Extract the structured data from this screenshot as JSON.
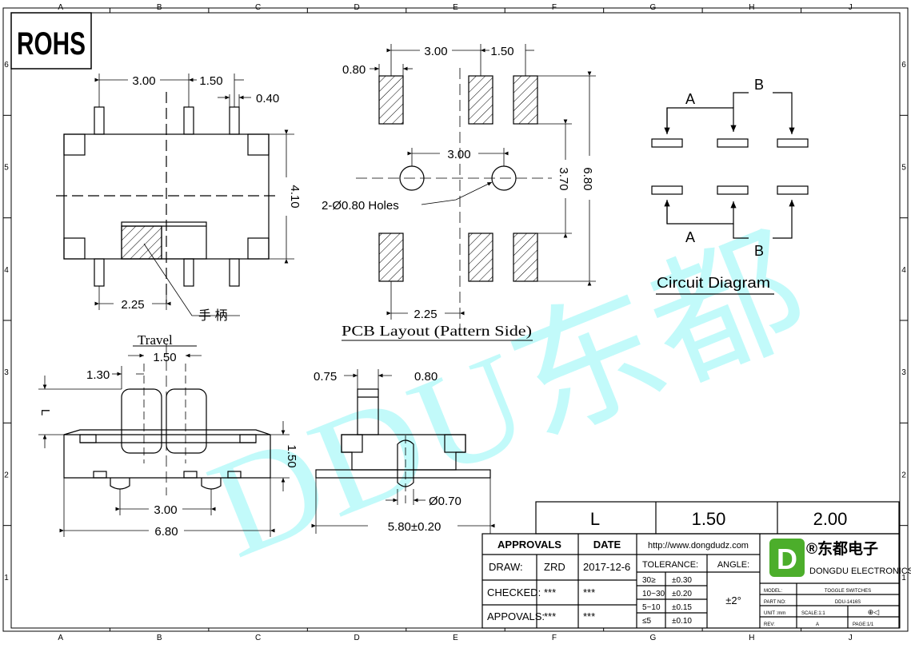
{
  "frame": {
    "columns": [
      "A",
      "B",
      "C",
      "D",
      "E",
      "F",
      "G",
      "H",
      "J"
    ],
    "rows": [
      "6",
      "5",
      "4",
      "3",
      "2",
      "1"
    ]
  },
  "rohs": "ROHS",
  "watermark": "DDU东都",
  "top_view": {
    "dim_300": "3.00",
    "dim_150": "1.50",
    "dim_040": "0.40",
    "dim_410": "4.10",
    "dim_225": "2.25",
    "handle_label": "手 柄"
  },
  "pcb": {
    "title": "PCB Layout (Pattern Side)",
    "dim_300_top": "3.00",
    "dim_150_top": "1.50",
    "dim_080": "0.80",
    "dim_300_mid": "3.00",
    "dim_370": "3.70",
    "dim_680": "6.80",
    "dim_225": "2.25",
    "holes": "2-Ø0.80 Holes"
  },
  "circuit": {
    "title": "Circuit Diagram",
    "label_a_top": "A",
    "label_b_top": "B",
    "label_a_bot": "A",
    "label_b_bot": "B"
  },
  "front_view": {
    "travel": "Travel",
    "dim_150_travel": "1.50",
    "dim_130": "1.30",
    "dim_L": "L",
    "dim_150_h": "1.50",
    "dim_300": "3.00",
    "dim_680": "6.80"
  },
  "side_view": {
    "dim_075": "0.75",
    "dim_080": "0.80",
    "dim_070": "Ø0.70",
    "dim_580": "5.80±0.20"
  },
  "l_table": {
    "label": "L",
    "val1": "1.50",
    "val2": "2.00"
  },
  "title_block": {
    "approvals": "APPROVALS",
    "date": "DATE",
    "draw": "DRAW:",
    "draw_name": "ZRD",
    "draw_date": "2017-12-6",
    "checked": "CHECKED:",
    "checked_name": "***",
    "checked_date": "***",
    "appovals": "APPOVALS:",
    "appovals_name": "***",
    "appovals_date": "***",
    "url": "http://www.dongdudz.com",
    "tolerance": "TOLERANCE:",
    "angle": "ANGLE:",
    "tol": [
      [
        "30≥",
        "±0.30"
      ],
      [
        "10~30",
        "±0.20"
      ],
      [
        "5~10",
        "±0.15"
      ],
      [
        "≤5",
        "±0.10"
      ]
    ],
    "angle_val": "±2°",
    "company_cn": "®东都电子",
    "company_en": "DONGDU ELECTRONICS",
    "model_label": "MODEL:",
    "model": "TOGGLE SWITCHES",
    "part_label": "PART NO:",
    "part": "DDU-1416S",
    "unit_label": "UNIT :mm",
    "scale": "SCALE:1:1",
    "rev_label": "REV:",
    "rev": "A",
    "page": "PAGE:1/1"
  }
}
